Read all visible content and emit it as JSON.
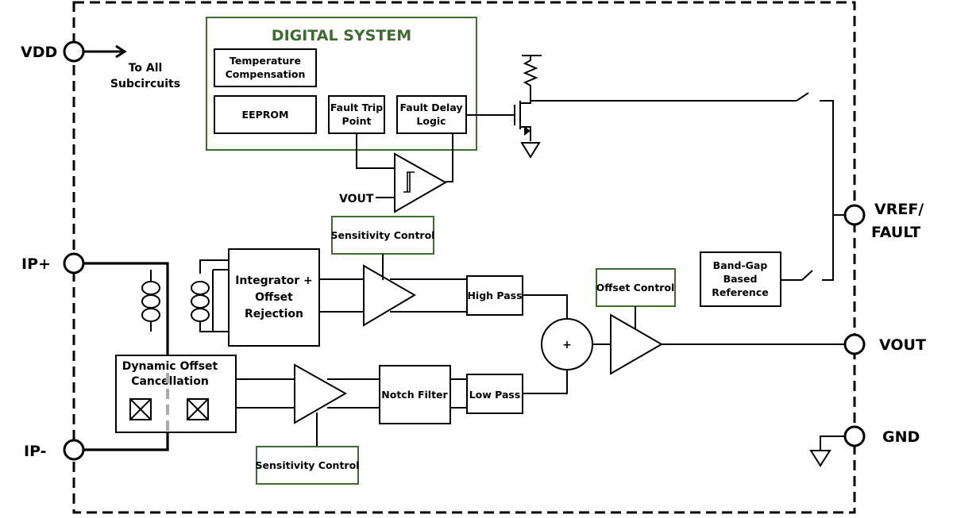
{
  "colors": {
    "digital_system_border": "#3e6b32",
    "digital_system_title": "#3e6b32",
    "line": "#000000",
    "background": "#ffffff"
  },
  "pins": {
    "vdd": "VDD",
    "ip_plus": "IP+",
    "ip_minus": "IP-",
    "vref_fault_line1": "VREF/",
    "vref_fault_line2": "FAULT",
    "vout": "VOUT",
    "gnd": "GND"
  },
  "vdd_note": {
    "line1": "To All",
    "line2": "Subcircuits"
  },
  "digital_system": {
    "title": "DIGITAL SYSTEM",
    "temp_comp_line1": "Temperature",
    "temp_comp_line2": "Compensation",
    "eeprom": "EEPROM",
    "fault_trip_line1": "Fault Trip",
    "fault_trip_line2": "Point",
    "fault_delay_line1": "Fault Delay",
    "fault_delay_line2": "Logic"
  },
  "comparator_input": "VOUT",
  "blocks": {
    "integrator_line1": "Integrator +",
    "integrator_line2": "Offset",
    "integrator_line3": "Rejection",
    "sensitivity_top": "Sensitivity Control",
    "sensitivity_bottom": "Sensitivity Control",
    "high_pass": "High Pass",
    "low_pass": "Low Pass",
    "notch_filter": "Notch Filter",
    "offset_control": "Offset Control",
    "summer": "+",
    "bandgap_line1": "Band-Gap",
    "bandgap_line2": "Based",
    "bandgap_line3": "Reference",
    "doc_line1": "Dynamic Offset",
    "doc_line2": "Cancellation"
  }
}
